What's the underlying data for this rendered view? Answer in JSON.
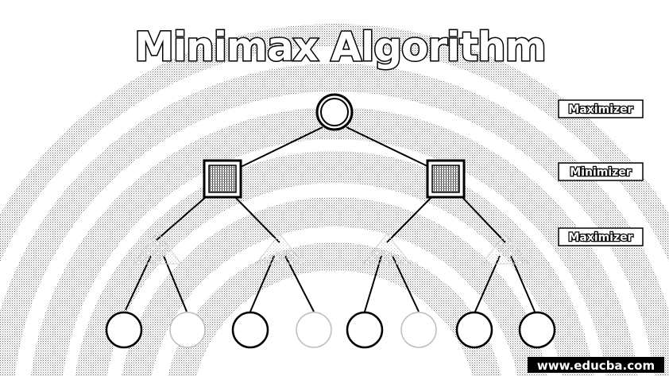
{
  "title": "Minimax Algorithm",
  "levels": [
    {
      "label": "Maximizer",
      "role": "max"
    },
    {
      "label": "Minimizer",
      "role": "min"
    },
    {
      "label": "Maximizer",
      "role": "max"
    }
  ],
  "watermark": "www.educba.com",
  "colors": {
    "ink": "#000000",
    "ring_dot": "#7a7a7a",
    "background": "#ffffff",
    "box_fill": "#ffffff"
  },
  "tree": {
    "node_shapes": {
      "root": "circle-double",
      "min": "square-hatched",
      "max": "triangle",
      "leaf": "circle"
    },
    "branching": 2,
    "depth": 3
  }
}
